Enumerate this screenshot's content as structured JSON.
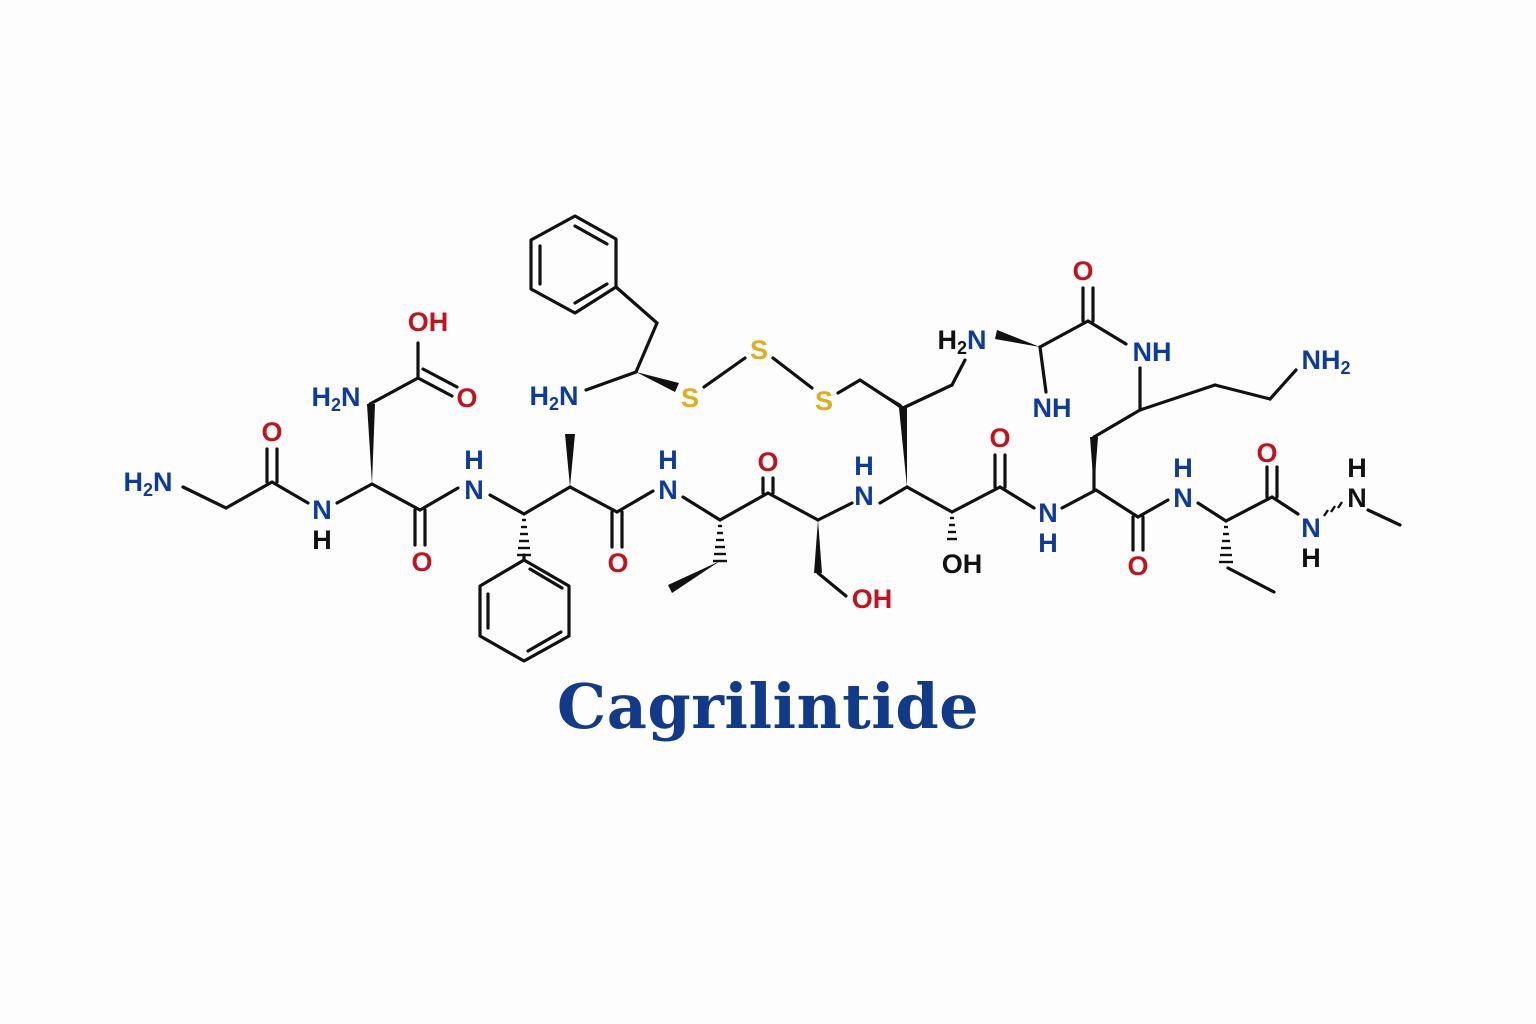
{
  "molecule": {
    "name": "Cagrilintide"
  },
  "colors": {
    "nitrogen": "#0d3b9c",
    "oxygen": "#c4121d",
    "sulfur": "#e2ac1b",
    "bond": "#111111",
    "title": "#123a8a",
    "background": "#fdfdfd"
  },
  "atom_labels": {
    "amine": "NH",
    "secondary_amine": "N",
    "hydrogen": "H",
    "oxygen": "O",
    "hydroxyl": "OH",
    "sulfur": "S",
    "terminal_amine_sub": "2"
  }
}
